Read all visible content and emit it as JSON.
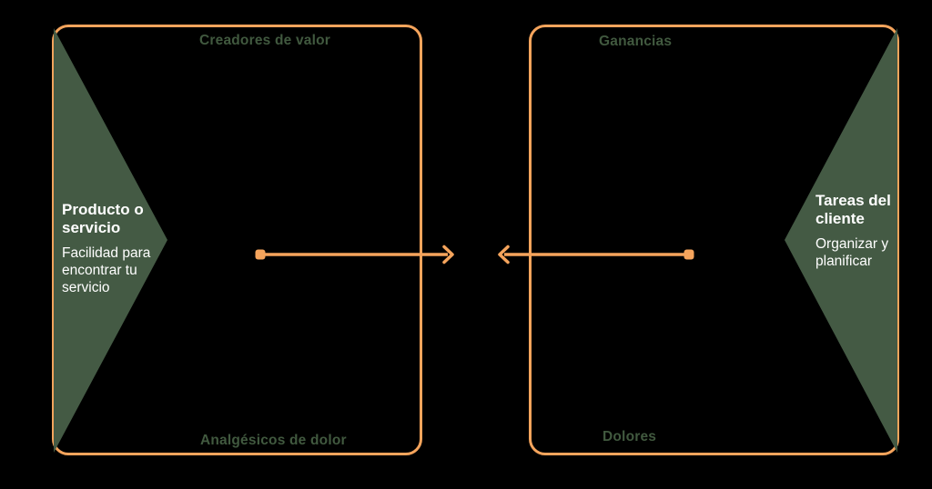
{
  "colors": {
    "background": "#000000",
    "accent_orange": "#F5A45C",
    "triangle_green": "#445A44",
    "label_green": "#41593F",
    "text_white": "#FFFFFF"
  },
  "left_panel": {
    "top_label": "Creadores de valor",
    "bottom_label": "Analgésicos de dolor",
    "triangle": {
      "title": "Producto o servicio",
      "description": "Facilidad para encontrar tu servicio"
    }
  },
  "right_panel": {
    "top_label": "Ganancias",
    "bottom_label": "Dolores",
    "triangle": {
      "title": "Tareas del cliente",
      "description": "Organizar y planificar"
    }
  },
  "arrows": {
    "left_to_right": "right-arrow",
    "right_to_left": "left-arrow"
  }
}
